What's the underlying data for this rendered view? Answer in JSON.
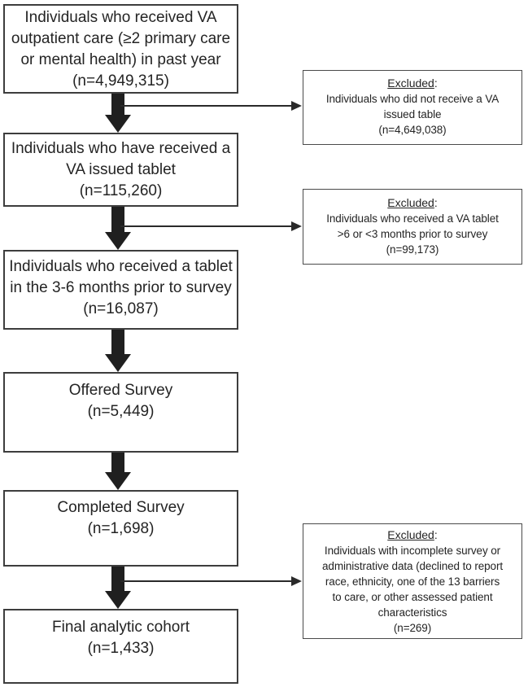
{
  "diagram": {
    "type": "study-flow-diagram",
    "colors": {
      "background": "#ffffff",
      "box_border": "#3d3d3d",
      "arrow": "#1f1f1f",
      "text": "#242424"
    },
    "flow_boxes": [
      {
        "text": "Individuals who received VA\noutpatient care (≥2 primary care\nor mental health) in past year\n(n=4,949,315)",
        "n": "4,949,315"
      },
      {
        "text": "Individuals who have received a\nVA issued tablet\n(n=115,260)",
        "n": "115,260"
      },
      {
        "text": "Individuals who received a tablet\nin the 3-6 months prior to survey\n(n=16,087)",
        "n": "16,087"
      },
      {
        "text": "Offered Survey\n(n=5,449)",
        "n": "5,449"
      },
      {
        "text": "Completed Survey\n(n=1,698)",
        "n": "1,698"
      },
      {
        "text": "Final analytic cohort\n(n=1,433)",
        "n": "1,433"
      }
    ],
    "exclusion_boxes": [
      {
        "heading": "Excluded",
        "heading_suffix": ":",
        "body": "Individuals who did not receive a VA\nissued table\n(n=4,649,038)",
        "n": "4,649,038"
      },
      {
        "heading": "Excluded",
        "heading_suffix": ":",
        "body": "Individuals who received a VA tablet\n>6 or <3 months prior to survey\n(n=99,173)",
        "n": "99,173"
      },
      {
        "heading": "Excluded",
        "heading_suffix": ":",
        "body": "Individuals with incomplete survey or\nadministrative data (declined to report\nrace, ethnicity, one of the 13 barriers\nto care, or other assessed patient\ncharacteristics\n(n=269)",
        "n": "269"
      }
    ]
  }
}
